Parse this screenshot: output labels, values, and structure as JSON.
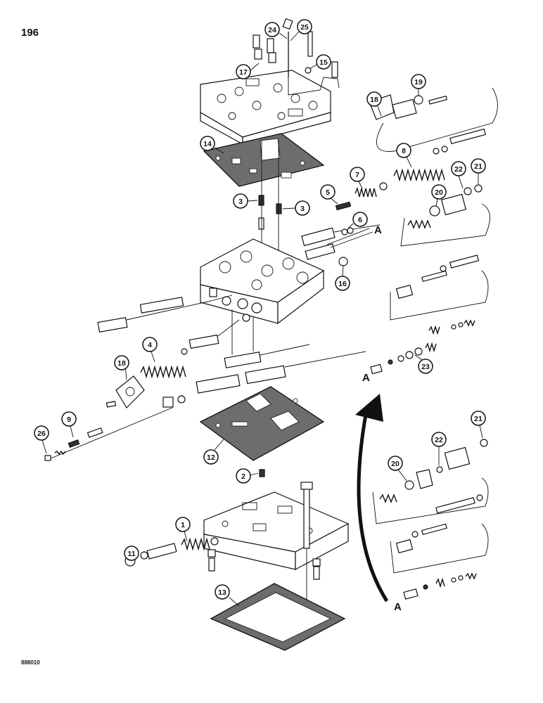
{
  "page_number": "196",
  "figure_code": "888010",
  "reference_letter": "A",
  "callouts": {
    "c1": "1",
    "c2": "2",
    "c3a": "3",
    "c3b": "3",
    "c4": "4",
    "c5": "5",
    "c6": "6",
    "c7": "7",
    "c8": "8",
    "c9": "9",
    "c11": "11",
    "c12": "12",
    "c13": "13",
    "c14": "14",
    "c15": "15",
    "c16": "16",
    "c17": "17",
    "c18a": "18",
    "c18b": "18",
    "c19": "19",
    "c20a": "20",
    "c20b": "20",
    "c21a": "21",
    "c21b": "21",
    "c22a": "22",
    "c22b": "22",
    "c23": "23",
    "c24": "24",
    "c25": "25",
    "c26": "26"
  }
}
